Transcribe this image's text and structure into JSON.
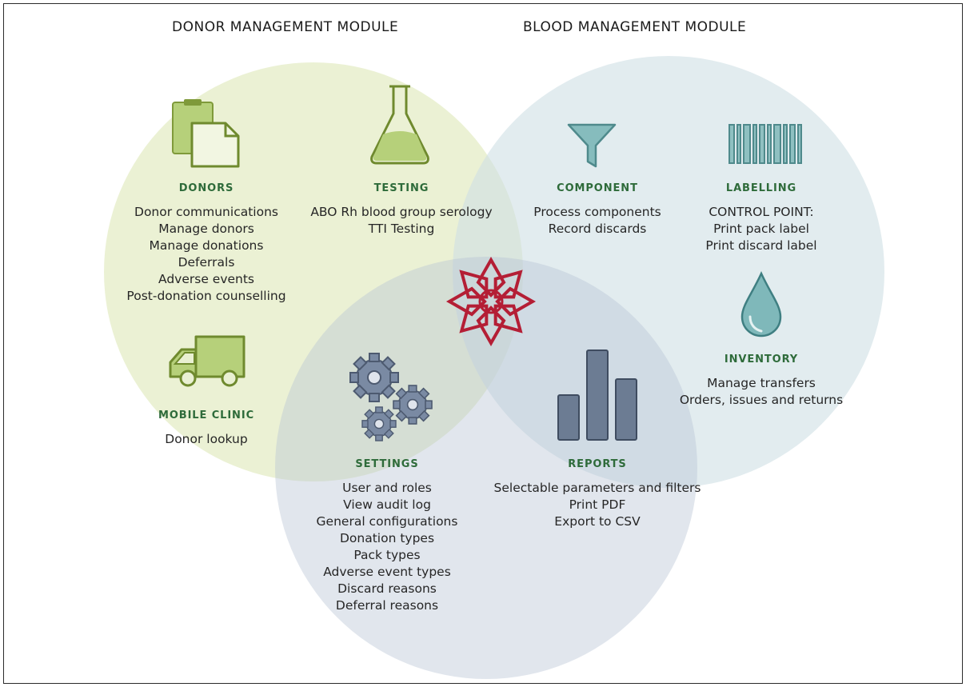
{
  "modules": {
    "donor_title": "DONOR MANAGEMENT MODULE",
    "blood_title": "BLOOD MANAGEMENT MODULE"
  },
  "colors": {
    "donor_circle": "#e9efcf",
    "blood_circle": "#dce8ec",
    "shared_circle": "#c9d1dd",
    "heading_green": "#2e6b3a",
    "icon_green": "#a9c95b",
    "icon_teal": "#6fa9ac",
    "icon_slate": "#6c7c93",
    "logo_red": "#b41e35"
  },
  "sections": {
    "donors": {
      "title": "DONORS",
      "icon": "document-icon",
      "items": [
        "Donor communications",
        "Manage donors",
        "Manage donations",
        "Deferrals",
        "Adverse events",
        "Post-donation counselling"
      ]
    },
    "testing": {
      "title": "TESTING",
      "icon": "flask-icon",
      "items": [
        "ABO Rh blood group serology",
        "TTI Testing"
      ]
    },
    "component": {
      "title": "COMPONENT",
      "icon": "funnel-icon",
      "items": [
        "Process components",
        "Record discards"
      ]
    },
    "labelling": {
      "title": "LABELLING",
      "icon": "barcode-icon",
      "items": [
        "CONTROL POINT:",
        "Print pack label",
        "Print discard label"
      ]
    },
    "mobile_clinic": {
      "title": "MOBILE CLINIC",
      "icon": "truck-icon",
      "items": [
        "Donor lookup"
      ]
    },
    "inventory": {
      "title": "INVENTORY",
      "icon": "drop-icon",
      "items": [
        "Manage transfers",
        "Orders, issues and returns"
      ]
    },
    "settings": {
      "title": "SETTINGS",
      "icon": "gears-icon",
      "items": [
        "User and roles",
        "View audit log",
        "General configurations",
        "Donation types",
        "Pack types",
        "Adverse event types",
        "Discard reasons",
        "Deferral reasons"
      ]
    },
    "reports": {
      "title": "REPORTS",
      "icon": "bar-chart-icon",
      "items": [
        "Selectable parameters and filters",
        "Print PDF",
        "Export to CSV"
      ]
    }
  }
}
